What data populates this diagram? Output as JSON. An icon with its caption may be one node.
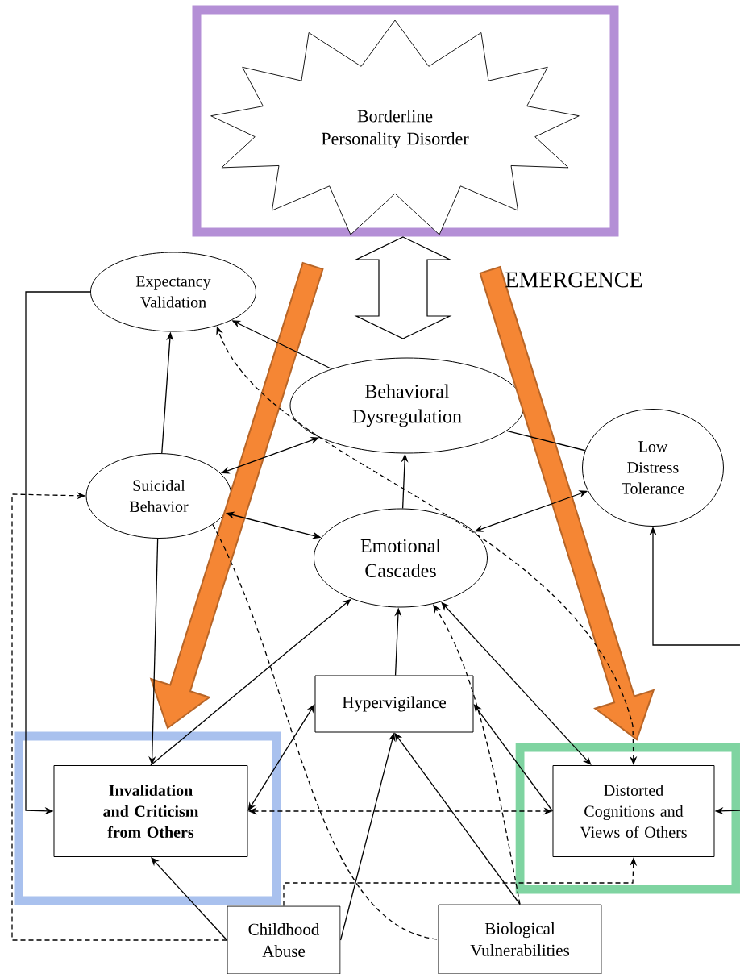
{
  "diagram": {
    "nodes": [
      {
        "text": [],
        "shape": "box"
      },
      {
        "text": [
          "Borderline Personality Disorder"
        ],
        "in": 0
      },
      {
        "text": [
          "Expectancy Validation"
        ]
      },
      {
        "text": [
          "Behavioral Dysregulation"
        ]
      },
      {
        "text": [
          "Low Distress Tolerance"
        ]
      },
      {
        "text": [
          "Suicidal Behavior"
        ]
      },
      {
        "text": [
          "Emotional Cascades"
        ]
      },
      {
        "text": [
          "Hypervigilance"
        ]
      },
      {
        "text": [],
        "shape": "box"
      },
      {
        "text": [
          "Invalidation and Criticism from Others"
        ],
        "in": 8
      },
      {
        "text": [],
        "shape": "box"
      },
      {
        "text": [
          "Distorted Cognitions and Views of Others"
        ],
        "in": 10
      },
      {
        "text": [
          "Childhood Abuse"
        ]
      },
      {
        "text": [
          "Biological Vulnerabilities"
        ]
      }
    ],
    "edges": [
      {
        "from": 0,
        "to": 3,
        "arrow": "both",
        "style": "thick"
      },
      {
        "from": null,
        "to": 8,
        "arrow": "to",
        "style": "thick",
        "color": "#f58634"
      },
      {
        "from": null,
        "to": 10,
        "arrow": "to",
        "style": "thick",
        "color": "#f58634"
      },
      {
        "from": 2,
        "to": 9,
        "arrow": "to"
      },
      {
        "from": 5,
        "to": 2,
        "arrow": "to"
      },
      {
        "from": 3,
        "to": 2,
        "arrow": "to"
      },
      {
        "from": 11,
        "to": 2,
        "arrow": "both",
        "style": "dashed"
      },
      {
        "from": 3,
        "to": 5,
        "arrow": "both"
      },
      {
        "from": 3,
        "to": 4,
        "arrow": "none"
      },
      {
        "from": 6,
        "to": 3,
        "arrow": "to"
      },
      {
        "from": 5,
        "to": 6,
        "arrow": "both"
      },
      {
        "from": 6,
        "to": 4,
        "arrow": "both"
      },
      {
        "from": 5,
        "to": 9,
        "arrow": "to"
      },
      {
        "from": 9,
        "to": 6,
        "arrow": "to"
      },
      {
        "from": 12,
        "to": 5,
        "arrow": "to",
        "style": "dashed"
      },
      {
        "from": 5,
        "to": 13,
        "arrow": "none",
        "style": "dashed"
      },
      {
        "from": 7,
        "to": 6,
        "arrow": "to"
      },
      {
        "from": 13,
        "to": 6,
        "arrow": "to",
        "style": "dashed"
      },
      {
        "from": 9,
        "to": 7,
        "arrow": "both"
      },
      {
        "from": 12,
        "to": 9,
        "arrow": "to"
      },
      {
        "from": 12,
        "to": 7,
        "arrow": "to"
      },
      {
        "from": 13,
        "to": 7,
        "arrow": "to"
      },
      {
        "from": 9,
        "to": 11,
        "arrow": "both",
        "style": "dashed"
      },
      {
        "from": 6,
        "to": 11,
        "arrow": "both"
      },
      {
        "from": 11,
        "to": 7,
        "arrow": "to"
      },
      {
        "from": 12,
        "to": 11,
        "arrow": "to",
        "style": "dashed"
      },
      {
        "from": null,
        "to": 4,
        "arrow": "to"
      },
      {
        "from": null,
        "to": 11,
        "arrow": "to"
      }
    ],
    "labels": [
      "EMERGENCE"
    ]
  }
}
